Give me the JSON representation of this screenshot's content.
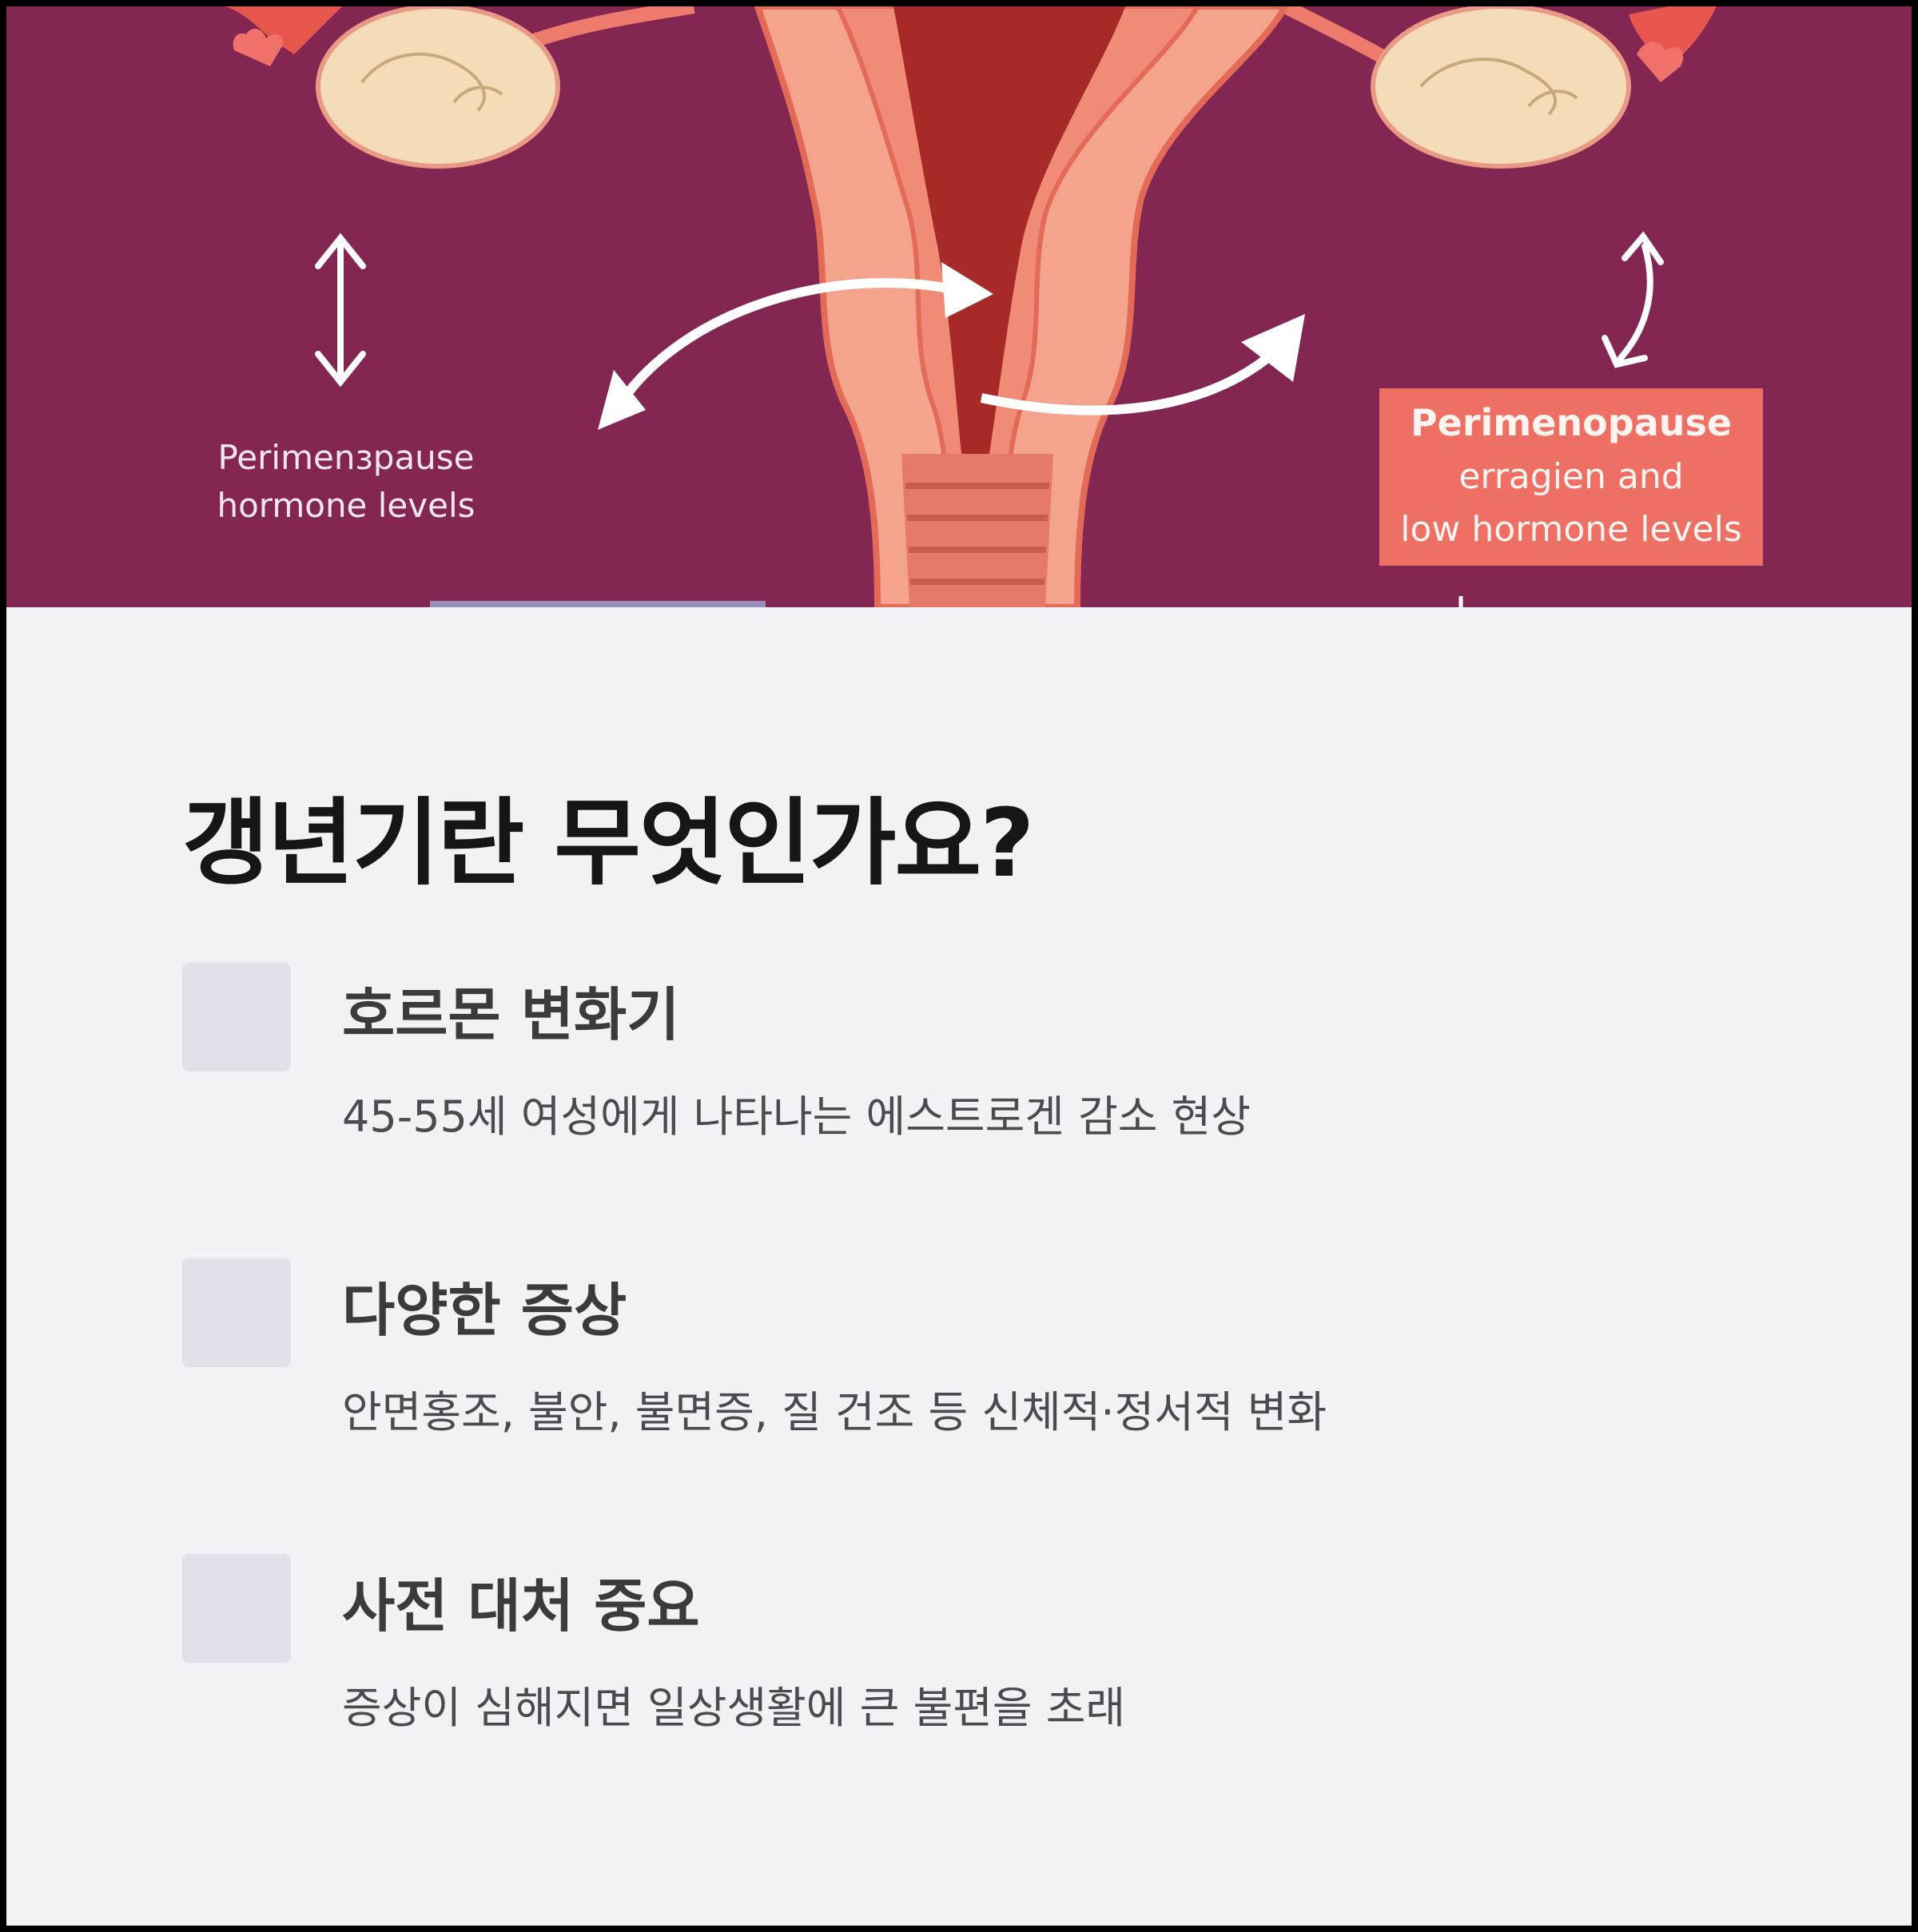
{
  "hero": {
    "left_label": [
      "Perimenɜpause",
      "hormone levels"
    ],
    "right_box": {
      "line1": "Perimenopause",
      "line2": "erragien and",
      "line3": "low hormone levels"
    },
    "colors": {
      "background": "#842652",
      "box": "#ee7065"
    }
  },
  "main": {
    "title": "갱년기란 무엇인가요?",
    "items": [
      {
        "title": "호르몬 변화기",
        "description": "45-55세 여성에게 나타나는 에스트로겐 감소 현상"
      },
      {
        "title": "다양한 증상",
        "description": "안면홍조, 불안, 불면증, 질 건조 등 신체적·정서적 변화"
      },
      {
        "title": "사전 대처 중요",
        "description": "증상이 심해지면 일상생활에 큰 불편을 초래"
      }
    ]
  }
}
